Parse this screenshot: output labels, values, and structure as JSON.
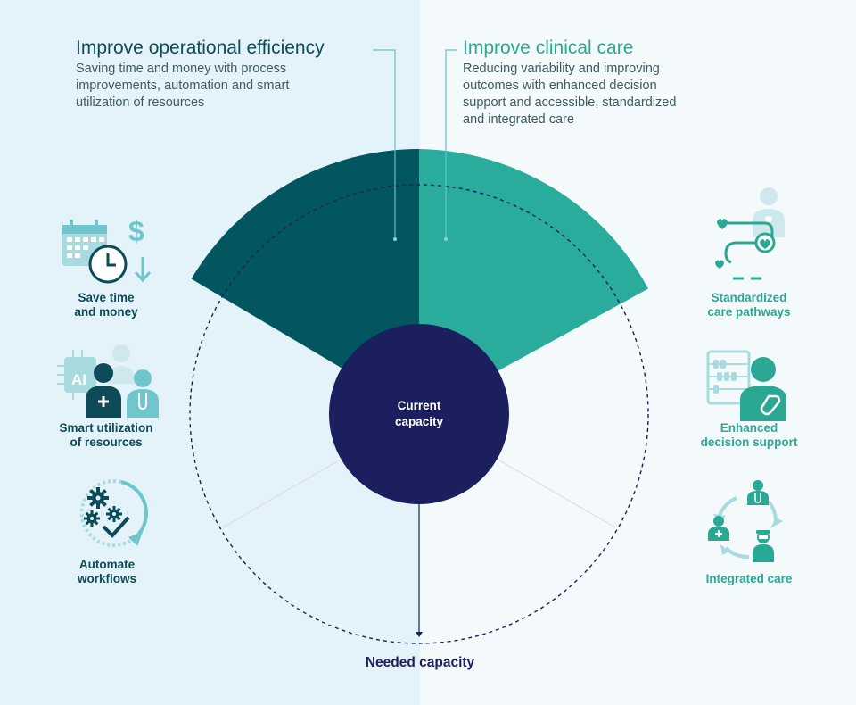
{
  "colors": {
    "left_bg": "#e4f3fa",
    "right_bg": "#f4f9fc",
    "dark_teal": "#02565f",
    "light_teal": "#29ac9b",
    "navy": "#1b1f5e",
    "icon_pale": "#a8dbe0"
  },
  "left": {
    "heading": "Improve operational efficiency",
    "description": "Saving time and money with process\nimprovements, automation and smart\nutilization of resources",
    "items": [
      {
        "label": "Save time\nand money",
        "icon": "calendar-clock-dollar-icon"
      },
      {
        "label": "Smart utilization\nof resources",
        "icon": "ai-staff-icon"
      },
      {
        "label": "Automate\nworkflows",
        "icon": "gears-check-cycle-icon"
      }
    ]
  },
  "right": {
    "heading": "Improve clinical care",
    "description": "Reducing variability and improving\noutcomes with enhanced decision\nsupport and accessible, standardized\nand integrated care",
    "items": [
      {
        "label": "Standardized\ncare pathways",
        "icon": "care-pathway-icon"
      },
      {
        "label": "Enhanced\ndecision support",
        "icon": "abacus-doctor-icon"
      },
      {
        "label": "Integrated care",
        "icon": "care-team-cycle-icon"
      }
    ]
  },
  "center": {
    "current_label": "Current\ncapacity",
    "needed_label": "Needed capacity"
  }
}
